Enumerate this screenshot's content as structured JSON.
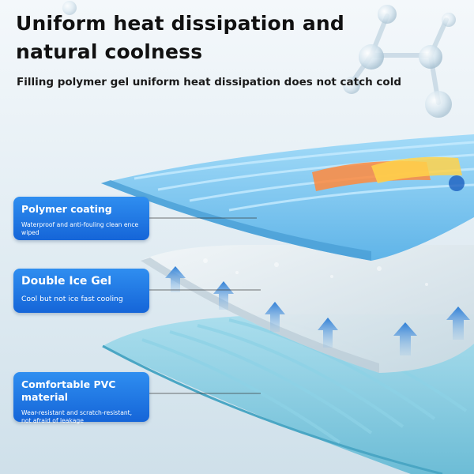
{
  "headline": "Uniform heat dissipation and natural coolness",
  "subheadline": "Filling polymer gel uniform heat dissipation does not catch cold",
  "layers": [
    {
      "title": "Polymer coating",
      "description": "Waterproof and anti-fouling clean ence wiped"
    },
    {
      "title": "Double Ice Gel",
      "description": "Cool but not ice fast cooling"
    },
    {
      "title": "Comfortable PVC material",
      "description": "Wear-resistant and scratch-resistant, not afraid of leakage"
    }
  ],
  "colors": {
    "card_blue": "#1f78e6",
    "top_layer": "#8fd0f5",
    "gel_layer": "#dde8ee",
    "pvc_layer": "#7fcbe0",
    "arrow_blue": "#3a86d8"
  }
}
